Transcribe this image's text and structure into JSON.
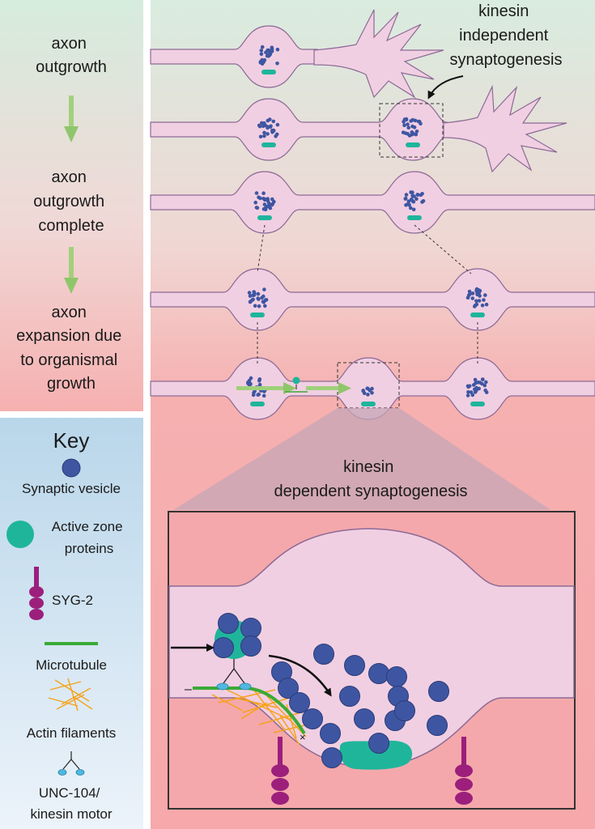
{
  "stages": {
    "stage1": [
      "axon",
      "outgrowth"
    ],
    "stage2": [
      "axon",
      "outgrowth",
      "complete"
    ],
    "stage3": [
      "axon",
      "expansion due",
      "to organismal",
      "growth"
    ]
  },
  "annotations": {
    "independent": [
      "kinesin",
      "independent",
      "synaptogenesis"
    ],
    "dependent": [
      "kinesin",
      "dependent synaptogenesis"
    ]
  },
  "key": {
    "title": "Key",
    "synaptic_vesicle": "Synaptic vesicle",
    "active_zone": [
      "Active zone",
      "proteins"
    ],
    "syg2": "SYG-2",
    "microtubule": "Microtubule",
    "actin": "Actin filaments",
    "motor": [
      "UNC-104/",
      "kinesin motor"
    ]
  },
  "inset": {
    "minus_end": "–",
    "plus_end": "×"
  },
  "colors": {
    "vesicle": "#3e56a2",
    "active_zone": "#1fb59b",
    "syg2": "#9c1f7c",
    "microtubule": "#3aaa35",
    "actin": "#f6a21b",
    "axon_fill": "#f1cfe2",
    "axon_stroke": "#8c6a96",
    "arrow_green": "#8fc66b"
  }
}
